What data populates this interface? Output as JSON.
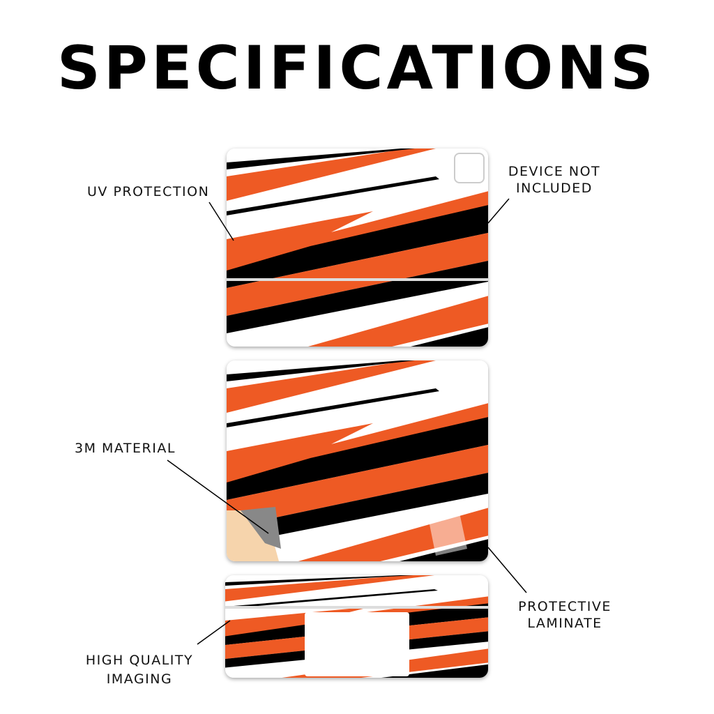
{
  "title": "SPECIFICATIONS",
  "labels": {
    "uv_protection": "UV PROTECTION",
    "device_not_included": [
      "DEVICE NOT",
      "INCLUDED"
    ],
    "material": "3M MATERIAL",
    "protective_laminate": [
      "PROTECTIVE",
      "LAMINATE"
    ],
    "high_quality_imaging": [
      "HIGH QUALITY",
      "IMAGING"
    ]
  },
  "colors": {
    "orange": "#EE5A24",
    "black": "#000000",
    "white": "#FFFFFF",
    "backing": "#F6D4AC"
  }
}
